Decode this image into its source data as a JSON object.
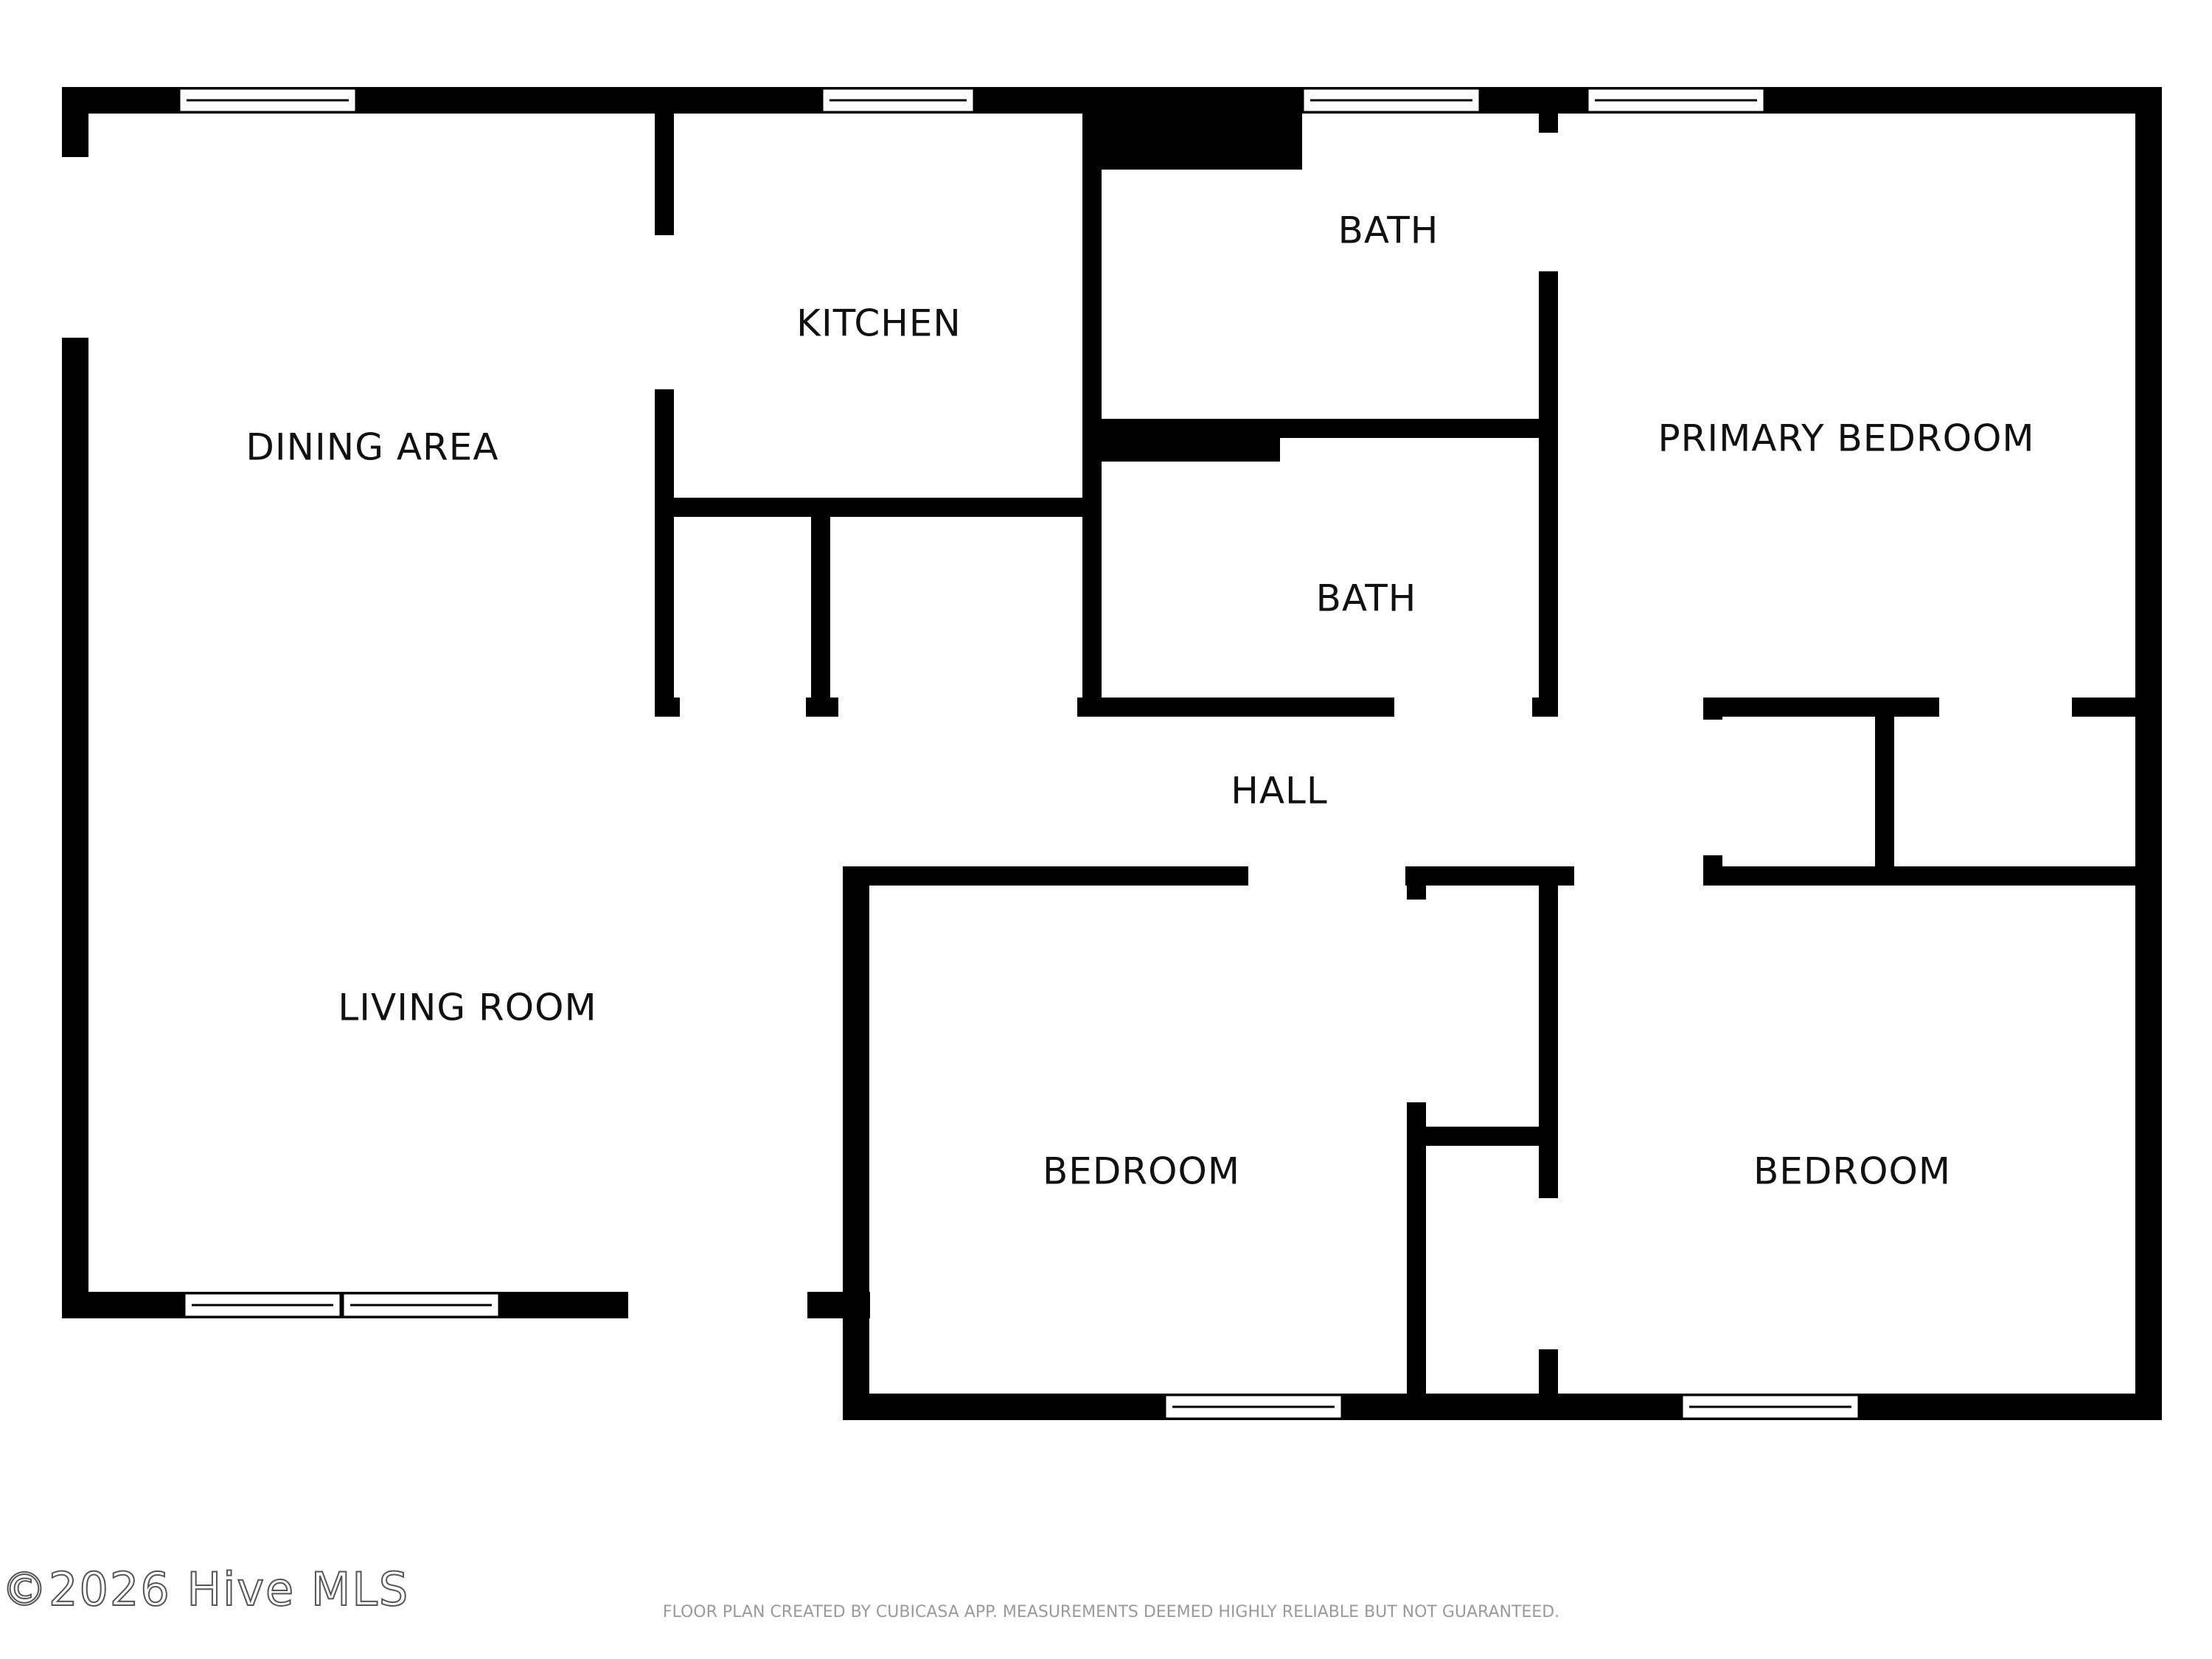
{
  "rooms": {
    "dining": "DINING AREA",
    "kitchen": "KITCHEN",
    "bath_upper": "BATH",
    "bath_lower": "BATH",
    "primary_bedroom": "PRIMARY BEDROOM",
    "hall": "HALL",
    "living_room": "LIVING ROOM",
    "bedroom_left": "BEDROOM",
    "bedroom_right": "BEDROOM"
  },
  "footer": {
    "watermark": "©2026 Hive MLS",
    "disclaimer": "FLOOR PLAN CREATED BY CUBICASA APP. MEASUREMENTS DEEMED HIGHLY RELIABLE BUT NOT GUARANTEED."
  },
  "colors": {
    "wall": "#000000",
    "background": "#ffffff"
  }
}
